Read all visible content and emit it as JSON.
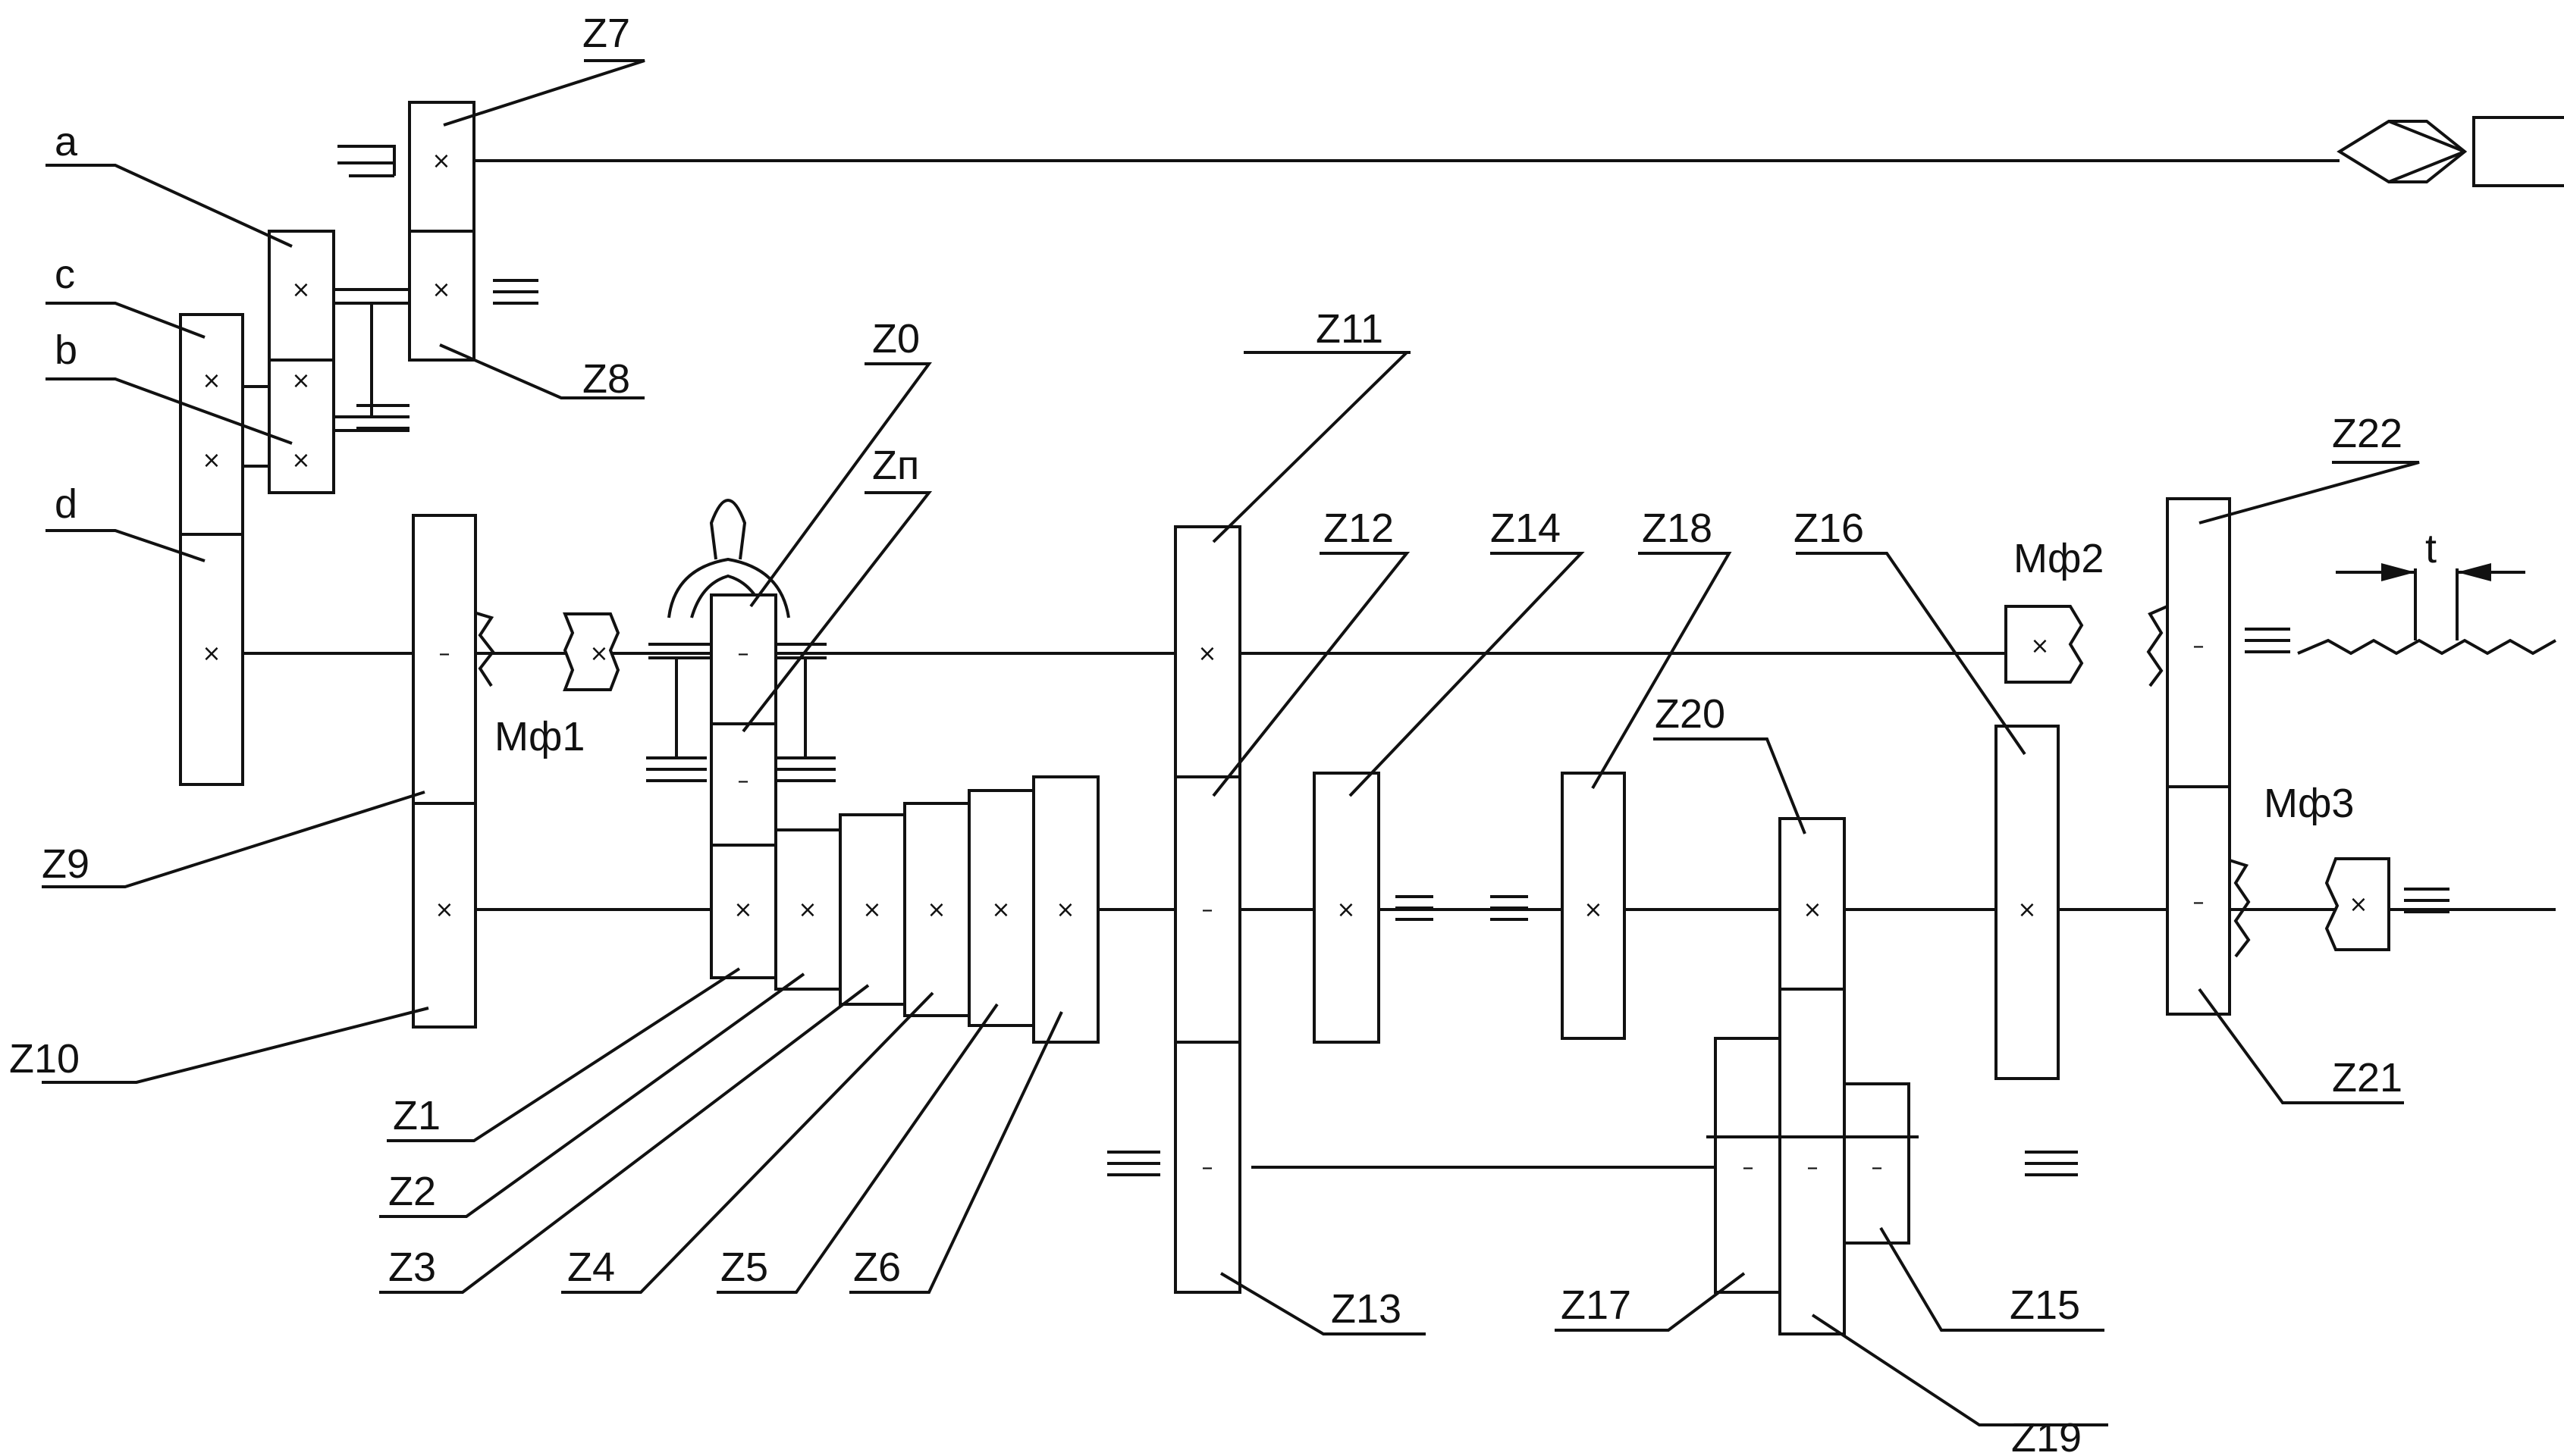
{
  "diagram": {
    "labels": {
      "Z7": "Z7",
      "Z8": "Z8",
      "a": "a",
      "c": "c",
      "b": "b",
      "d": "d",
      "Z0": "Z0",
      "Zn": "Zп",
      "Z11": "Z11",
      "Z12": "Z12",
      "Z14": "Z14",
      "Z18": "Z18",
      "Z16": "Z16",
      "Mf2": "Мф2",
      "Z22": "Z22",
      "t": "t",
      "Mf1": "Мф1",
      "Z20": "Z20",
      "Mf3": "Мф3",
      "Z9": "Z9",
      "Z10": "Z10",
      "Z1": "Z1",
      "Z2": "Z2",
      "Z3": "Z3",
      "Z4": "Z4",
      "Z5": "Z5",
      "Z6": "Z6",
      "Z13": "Z13",
      "Z17": "Z17",
      "Z15": "Z15",
      "Z19": "Z19",
      "Z21": "Z21"
    },
    "marks": {
      "cross": "×",
      "dash": "–"
    }
  }
}
